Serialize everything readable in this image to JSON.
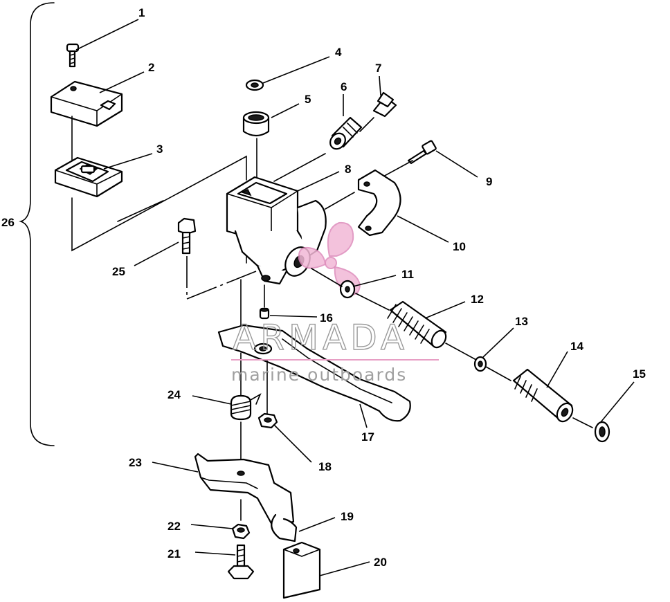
{
  "callouts": {
    "c1": "1",
    "c2": "2",
    "c3": "3",
    "c4": "4",
    "c5": "5",
    "c6": "6",
    "c7": "7",
    "c8": "8",
    "c9": "9",
    "c10": "10",
    "c11": "11",
    "c12": "12",
    "c13": "13",
    "c14": "14",
    "c15": "15",
    "c16": "16",
    "c17": "17",
    "c18": "18",
    "c19": "19",
    "c20": "20",
    "c21": "21",
    "c22": "22",
    "c23": "23",
    "c24": "24",
    "c25": "25",
    "c26": "26"
  },
  "watermark": {
    "brand": "ARMADA",
    "tagline": "marine outboards",
    "accent_color": "#e79ec4"
  }
}
